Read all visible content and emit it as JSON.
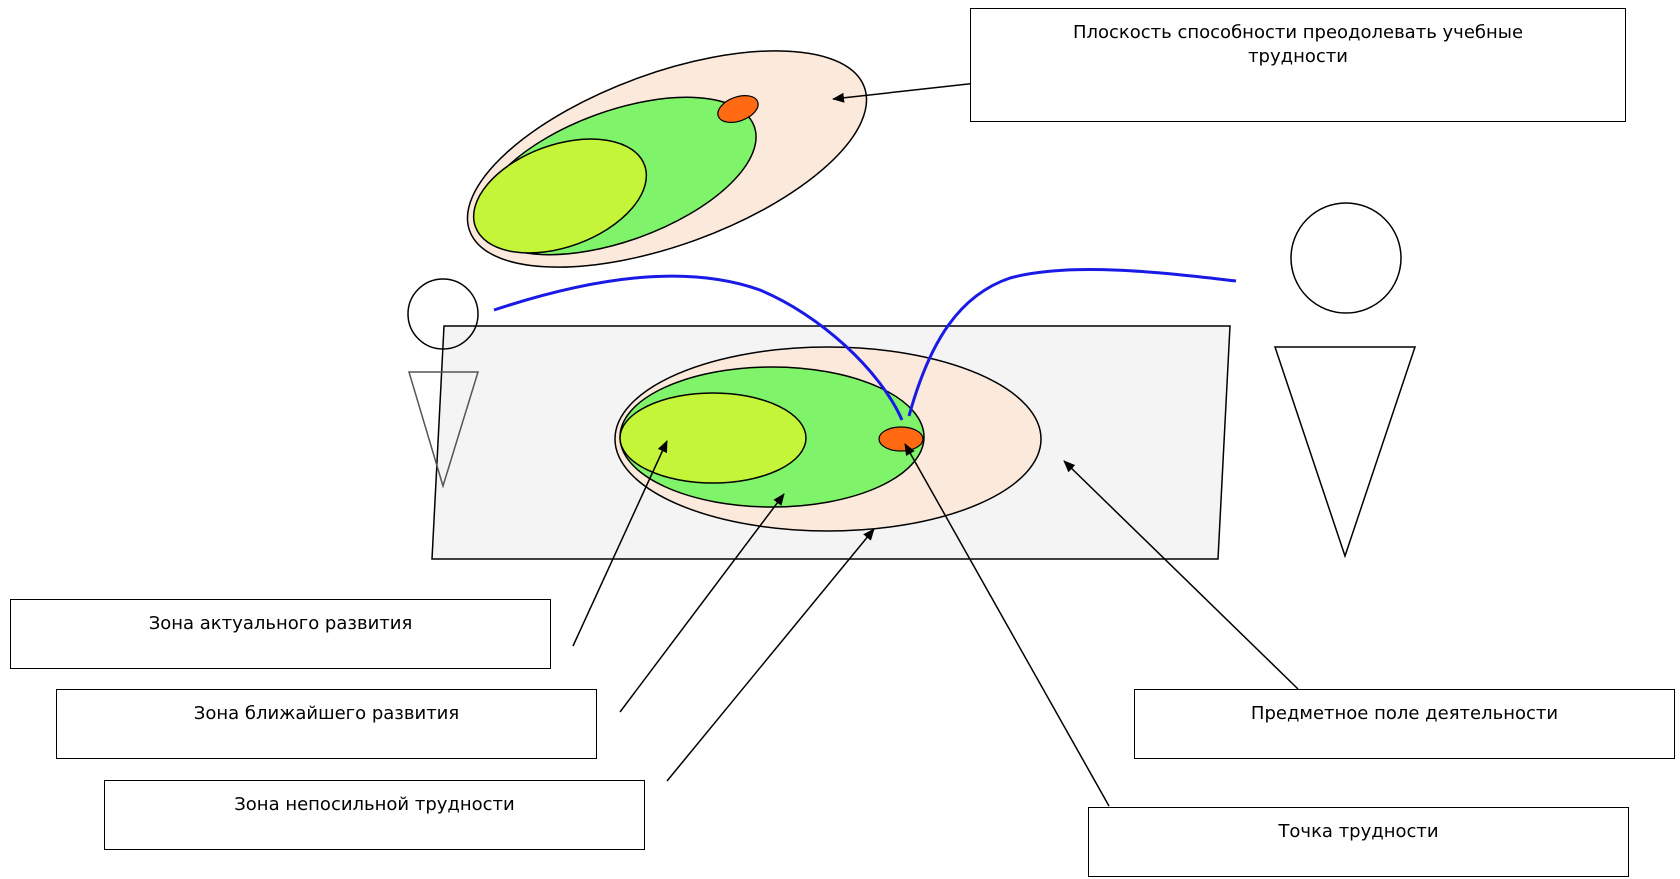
{
  "labels": {
    "plane": "Плоскость способности преодолевать учебные трудности",
    "actual_zone": "Зона актуального развития",
    "nearest_zone": "Зона ближайшего развития",
    "hard_zone": "Зона непосильной трудности",
    "subject_field": "Предметное поле деятельности",
    "difficulty_point": "Точка трудности"
  },
  "colors": {
    "outer_zone": "#fbe9dc",
    "nearest_zone": "#7ff46a",
    "actual_zone": "#c4f538",
    "difficulty_point": "#ff6a13",
    "field": "#f4f4f4",
    "path": "#1a1ae6"
  }
}
